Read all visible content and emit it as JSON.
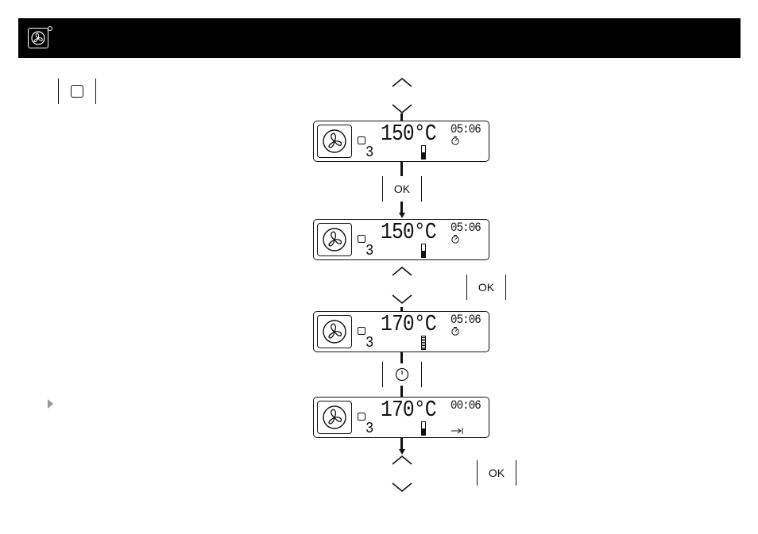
{
  "header": {
    "icon": "fan-icon"
  },
  "keys": {
    "ok_label": "OK",
    "stop_icon": "square-icon",
    "clock_icon": "clock-icon"
  },
  "displays": [
    {
      "temp": "150°C",
      "time": "05:06",
      "level": "3",
      "gauge_fraction": 0.5,
      "status_icon": "timer-icon"
    },
    {
      "temp": "150°C",
      "time": "05:06",
      "level": "3",
      "gauge_fraction": 0.5,
      "status_icon": "timer-icon"
    },
    {
      "temp": "170°C",
      "time": "05:06",
      "level": "3",
      "gauge_fraction": 1.0,
      "status_icon": "timer-icon"
    },
    {
      "temp": "170°C",
      "time": "00:06",
      "level": "3",
      "gauge_fraction": 0.5,
      "status_icon": "end-time-icon"
    }
  ],
  "colors": {
    "header_bg": "#000000",
    "line": "#111111",
    "pointer": "#999999"
  }
}
